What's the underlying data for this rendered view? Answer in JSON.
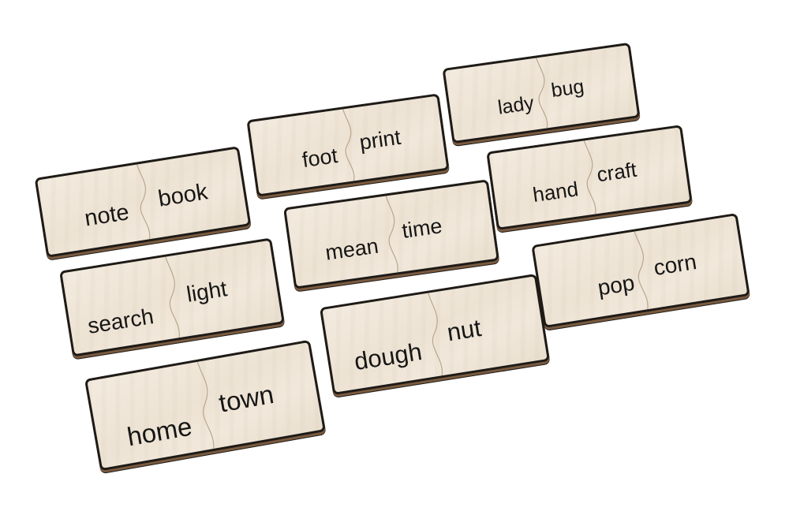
{
  "tiles": [
    {
      "left": "note",
      "right": "book"
    },
    {
      "left": "foot",
      "right": "print"
    },
    {
      "left": "lady",
      "right": "bug"
    },
    {
      "left": "hand",
      "right": "craft"
    },
    {
      "left": "mean",
      "right": "time"
    },
    {
      "left": "search",
      "right": "light"
    },
    {
      "left": "pop",
      "right": "corn"
    },
    {
      "left": "dough",
      "right": "nut"
    },
    {
      "left": "home",
      "right": "town"
    }
  ],
  "colors": {
    "background": "#ffffff",
    "wood": "#efe6d8",
    "edge": "#1e1a16",
    "text": "#161616"
  }
}
